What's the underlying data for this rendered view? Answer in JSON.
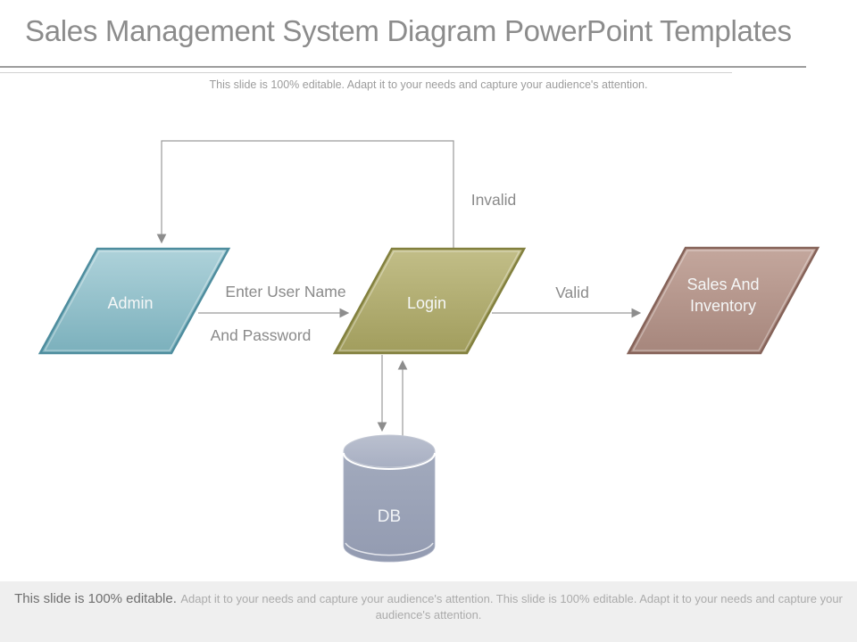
{
  "slide": {
    "title": "Sales Management System Diagram PowerPoint Templates",
    "subtitle": "This slide is 100% editable. Adapt it to your needs and capture your audience's attention."
  },
  "diagram": {
    "nodes": {
      "admin": {
        "label": "Admin",
        "fill_top": "#aed2da",
        "fill_bottom": "#7bb0bc",
        "border": "#4e8d9e"
      },
      "login": {
        "label": "Login",
        "fill_top": "#c2be88",
        "fill_bottom": "#a19d5d",
        "border": "#82803e"
      },
      "sales": {
        "label_line1": "Sales And",
        "label_line2": "Inventory",
        "fill_top": "#c4a79d",
        "fill_bottom": "#a6867c",
        "border": "#856258"
      },
      "db": {
        "label": "DB",
        "body_fill": "#99a1b7",
        "top_fill": "#b2b8c9"
      }
    },
    "labels": {
      "enter_line1": "Enter User Name",
      "enter_line2": "And Password",
      "valid": "Valid",
      "invalid": "Invalid"
    },
    "connector_color": "#9a9a9a"
  },
  "footer": {
    "lead": "This slide is 100% editable.",
    "rest": "Adapt it to your needs and capture your audience's attention. This slide is 100% editable. Adapt it to your needs and capture your audience's attention."
  }
}
